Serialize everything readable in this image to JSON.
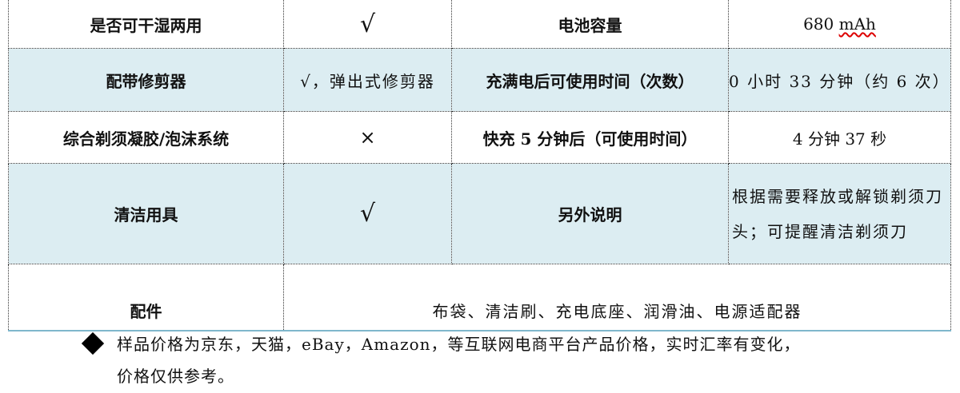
{
  "table": {
    "rows": [
      {
        "c1": "是否可干湿两用",
        "c2": "√",
        "c3": "电池容量",
        "c4_prefix": "680 ",
        "c4_underlined": "mAh"
      },
      {
        "c1": "配带修剪器",
        "c2": "√，弹出式修剪器",
        "c3": "充满电后可使用时间（次数）",
        "c4": "0 小时 33 分钟（约 6 次）"
      },
      {
        "c1": "综合剃须凝胶/泡沫系统",
        "c2": "×",
        "c3": "快充 5 分钟后（可使用时间）",
        "c4": "4 分钟 37 秒"
      },
      {
        "c1": "清洁用具",
        "c2": "√",
        "c3": "另外说明",
        "c4": "根据需要释放或解锁剃须刀头；可提醒清洁剃须刀"
      },
      {
        "c1": "配件",
        "c2": "布袋、清洁刷、充电底座、润滑油、电源适配器"
      }
    ]
  },
  "note": {
    "icon": "diamond-bullet-icon",
    "line1": "样品价格为京东，天猫，eBay，Amazon，等互联网电商平台产品价格，实时汇率有变化，",
    "line2": "价格仅供参考。"
  },
  "colors": {
    "row_shade": "#dcedf2",
    "bottom_rule": "#7fb7cc",
    "spell_underline": "#dd0000"
  }
}
